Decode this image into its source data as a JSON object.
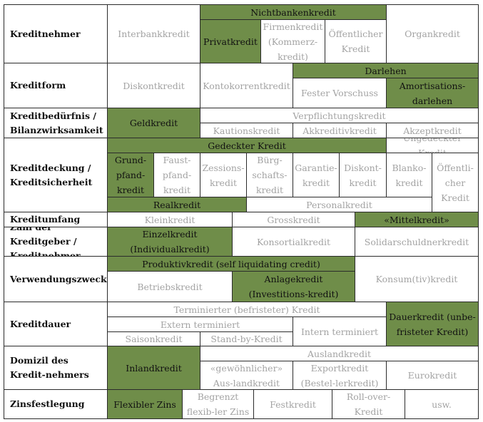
{
  "colors": {
    "highlight": "#6f8d49",
    "highlight_text": "#111111",
    "inactive_text": "#a3a3a3",
    "border": "#2b2b2b",
    "background": "#ffffff"
  },
  "sections": [
    {
      "id": "kreditnehmer",
      "label": "Kreditnehmer",
      "cells": [
        {
          "id": "nichtbankenkredit",
          "text": "Nichtbankenkredit",
          "highlighted": true
        },
        {
          "id": "interbankkredit",
          "text": "Interbankkredit",
          "highlighted": false
        },
        {
          "id": "privatkredit",
          "text": "Privatkredit",
          "highlighted": true
        },
        {
          "id": "firmenkredit",
          "text": "Firmenkredit (Kommerz-kredit)",
          "highlighted": false
        },
        {
          "id": "oeffentlicher-kredit",
          "text": "Öffentlicher Kredit",
          "highlighted": false
        },
        {
          "id": "organkredit",
          "text": "Organkredit",
          "highlighted": false
        }
      ]
    },
    {
      "id": "kreditform",
      "label": "Kreditform",
      "cells": [
        {
          "id": "diskontkredit",
          "text": "Diskontkredit",
          "highlighted": false
        },
        {
          "id": "kontokorrentkredit",
          "text": "Kontokorrentkredit",
          "highlighted": false
        },
        {
          "id": "darlehen",
          "text": "Darlehen",
          "highlighted": true
        },
        {
          "id": "fester-vorschuss",
          "text": "Fester Vorschuss",
          "highlighted": false
        },
        {
          "id": "amortisationsdarlehen",
          "text": "Amortisations-darlehen",
          "highlighted": true
        }
      ]
    },
    {
      "id": "kreditbeduerfnis",
      "label": "Kreditbedürfnis / Bilanzwirksamkeit",
      "cells": [
        {
          "id": "geldkredit",
          "text": "Geldkredit",
          "highlighted": true
        },
        {
          "id": "verpflichtungskredit",
          "text": "Verpflichtungskredit",
          "highlighted": false
        },
        {
          "id": "kautionskredit",
          "text": "Kautionskredit",
          "highlighted": false
        },
        {
          "id": "akkreditivkredit",
          "text": "Akkreditivkredit",
          "highlighted": false
        },
        {
          "id": "akzeptkredit",
          "text": "Akzeptkredit",
          "highlighted": false
        }
      ]
    },
    {
      "id": "kreditdeckung",
      "label": "Kreditdeckung / Kreditsicherheit",
      "cells": [
        {
          "id": "gedeckter-kredit",
          "text": "Gedeckter Kredit",
          "highlighted": true
        },
        {
          "id": "ungedeckter-kredit",
          "text": "Ungedeckter Kredit",
          "highlighted": false
        },
        {
          "id": "grundpfandkredit",
          "text": "Grund-pfand-kredit",
          "highlighted": true
        },
        {
          "id": "faustpfandkredit",
          "text": "Faust-pfand-kredit",
          "highlighted": false
        },
        {
          "id": "zessionskredit",
          "text": "Zessions-kredit",
          "highlighted": false
        },
        {
          "id": "buergschaftskredit",
          "text": "Bürg-schafts-kredit",
          "highlighted": false
        },
        {
          "id": "garantiekredit",
          "text": "Garantie-kredit",
          "highlighted": false
        },
        {
          "id": "diskontkredit-2",
          "text": "Diskont-kredit",
          "highlighted": false
        },
        {
          "id": "blankokredit",
          "text": "Blanko-kredit",
          "highlighted": false
        },
        {
          "id": "oeffentlicher-kredit-2",
          "text": "Öffentli-cher Kredit",
          "highlighted": false
        },
        {
          "id": "realkredit",
          "text": "Realkredit",
          "highlighted": true
        },
        {
          "id": "personalkredit",
          "text": "Personalkredit",
          "highlighted": false
        }
      ]
    },
    {
      "id": "kreditumfang",
      "label": "Kreditumfang",
      "cells": [
        {
          "id": "kleinkredit",
          "text": "Kleinkredit",
          "highlighted": false
        },
        {
          "id": "grosskredit",
          "text": "Grosskredit",
          "highlighted": false
        },
        {
          "id": "mittelkredit",
          "text": "«Mittelkredit»",
          "highlighted": true
        }
      ]
    },
    {
      "id": "zahl-der-kreditgeber",
      "label": "Zahl der Kreditgeber / Kreditnehmer",
      "cells": [
        {
          "id": "einzelkredit",
          "text": "Einzelkredit (Individualkredit)",
          "highlighted": true
        },
        {
          "id": "konsortialkredit",
          "text": "Konsortialkredit",
          "highlighted": false
        },
        {
          "id": "solidarschuldnerkredit",
          "text": "Solidarschuldnerkredit",
          "highlighted": false
        }
      ]
    },
    {
      "id": "verwendungszweck",
      "label": "Verwendungszweck",
      "cells": [
        {
          "id": "produktivkredit",
          "text": "Produktivkredit (self liquidating credit)",
          "highlighted": true
        },
        {
          "id": "konsumtivkredit",
          "text": "Konsum(tiv)kredit",
          "highlighted": false
        },
        {
          "id": "betriebskredit",
          "text": "Betriebskredit",
          "highlighted": false
        },
        {
          "id": "anlagekredit",
          "text": "Anlagekredit (Investitions-kredit)",
          "highlighted": true
        }
      ]
    },
    {
      "id": "kreditdauer",
      "label": "Kreditdauer",
      "cells": [
        {
          "id": "terminierter-kredit",
          "text": "Terminierter (befristeter) Kredit",
          "highlighted": false
        },
        {
          "id": "dauerkredit",
          "text": "Dauerkredit (unbe-fristeter Kredit)",
          "highlighted": true
        },
        {
          "id": "extern-terminiert",
          "text": "Extern terminiert",
          "highlighted": false
        },
        {
          "id": "intern-terminiert",
          "text": "Intern terminiert",
          "highlighted": false
        },
        {
          "id": "saisonkredit",
          "text": "Saisonkredit",
          "highlighted": false
        },
        {
          "id": "stand-by-kredit",
          "text": "Stand-by-Kredit",
          "highlighted": false
        }
      ]
    },
    {
      "id": "domizil",
      "label": "Domizil des Kredit-nehmers",
      "cells": [
        {
          "id": "inlandkredit",
          "text": "Inlandkredit",
          "highlighted": true
        },
        {
          "id": "auslandkredit",
          "text": "Auslandkredit",
          "highlighted": false
        },
        {
          "id": "gewoehnlicher-auslandkredit",
          "text": "«gewöhnlicher» Aus-landkredit",
          "highlighted": false
        },
        {
          "id": "exportkredit",
          "text": "Exportkredit (Bestel-lerkredit)",
          "highlighted": false
        },
        {
          "id": "eurokredit",
          "text": "Eurokredit",
          "highlighted": false
        }
      ]
    },
    {
      "id": "zinsfestlegung",
      "label": "Zinsfestlegung",
      "cells": [
        {
          "id": "flexibler-zins",
          "text": "Flexibler Zins",
          "highlighted": true
        },
        {
          "id": "begrenzt-flexibler-zins",
          "text": "Begrenzt flexib-ler Zins",
          "highlighted": false
        },
        {
          "id": "festkredit",
          "text": "Festkredit",
          "highlighted": false
        },
        {
          "id": "roll-over-kredit",
          "text": "Roll-over-Kredit",
          "highlighted": false
        },
        {
          "id": "usw",
          "text": "usw.",
          "highlighted": false
        }
      ]
    }
  ]
}
